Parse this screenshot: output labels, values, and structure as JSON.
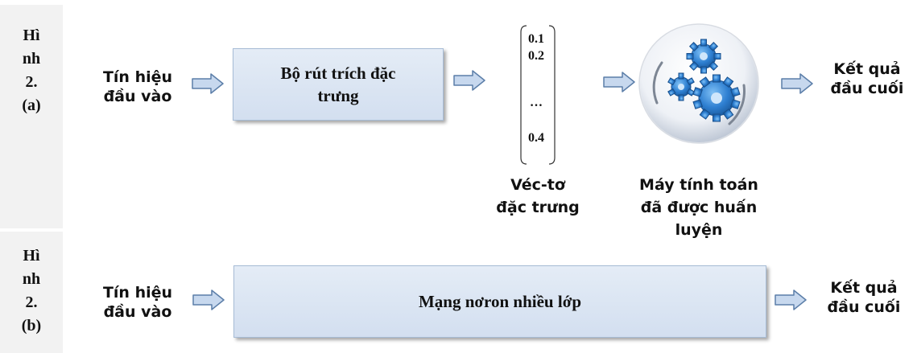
{
  "figure_a": {
    "label": "Hì\nnh\n2.\n(a)",
    "input": "Tín hiệu\nđầu vào",
    "extractor": "Bộ rút trích đặc\ntrưng",
    "vector": [
      "0.1",
      "0.2",
      "…",
      "0.4"
    ],
    "vector_caption": "Véc-tơ\nđặc trưng",
    "machine_caption": "Máy tính toán\nđã được huấn\nluyện",
    "output": "Kết quả\nđầu cuối"
  },
  "figure_b": {
    "label": "Hì\nnh\n2.\n(b)",
    "input": "Tín hiệu\nđầu vào",
    "network": "Mạng nơron nhiều lớp",
    "output": "Kết quả\nđầu cuối"
  },
  "colors": {
    "box_fill": "#dbe5f1",
    "arrow_fill": "#c7d8ee",
    "arrow_stroke": "#5b7ea8",
    "gear": "#2e7fd1",
    "sidebar": "#f2f2f2"
  }
}
